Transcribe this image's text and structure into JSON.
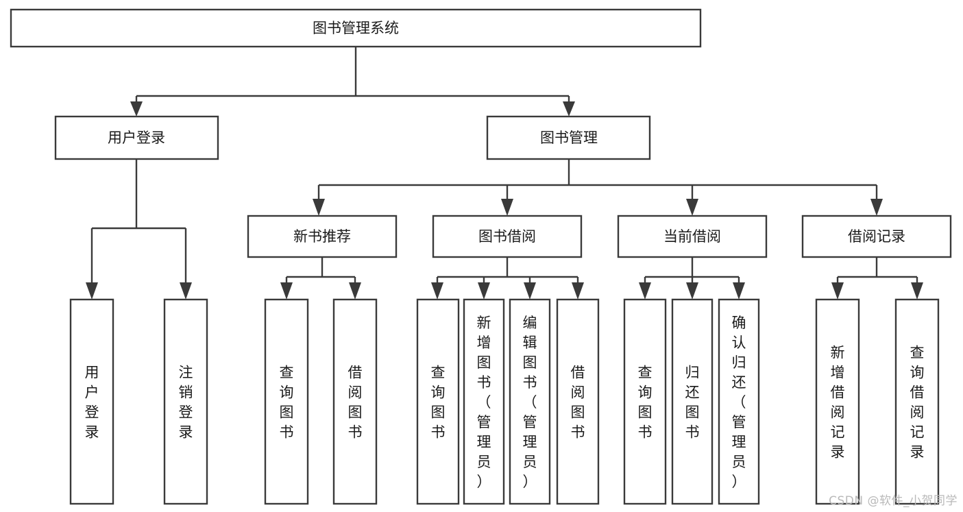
{
  "diagram": {
    "title": "图书管理系统",
    "type": "hierarchy-tree",
    "colors": {
      "box_stroke": "#3a3a3a",
      "box_fill": "#ffffff",
      "text": "#1a1a1a",
      "edge": "#3a3a3a",
      "background": "#ffffff",
      "watermark": "#b9b9b9"
    },
    "nodes": {
      "root": {
        "label": "图书管理系统",
        "orientation": "horizontal"
      },
      "level2": [
        {
          "id": "user-login",
          "label": "用户登录",
          "orientation": "horizontal"
        },
        {
          "id": "book-manage",
          "label": "图书管理",
          "orientation": "horizontal"
        }
      ],
      "level3": [
        {
          "id": "new-book-rec",
          "label": "新书推荐",
          "orientation": "horizontal"
        },
        {
          "id": "book-borrow",
          "label": "图书借阅",
          "orientation": "horizontal"
        },
        {
          "id": "current-borrow",
          "label": "当前借阅",
          "orientation": "horizontal"
        },
        {
          "id": "borrow-record",
          "label": "借阅记录",
          "orientation": "horizontal"
        }
      ],
      "leaves": [
        {
          "id": "leaf-user-login",
          "label": "用户登录",
          "orientation": "vertical",
          "parent": "user-login"
        },
        {
          "id": "leaf-logout",
          "label": "注销登录",
          "orientation": "vertical",
          "parent": "user-login"
        },
        {
          "id": "leaf-query-book-1",
          "label": "查询图书",
          "orientation": "vertical",
          "parent": "new-book-rec"
        },
        {
          "id": "leaf-borrow-book-1",
          "label": "借阅图书",
          "orientation": "vertical",
          "parent": "new-book-rec"
        },
        {
          "id": "leaf-query-book-2",
          "label": "查询图书",
          "orientation": "vertical",
          "parent": "book-borrow"
        },
        {
          "id": "leaf-add-book",
          "label": "新增图书（管理员）",
          "orientation": "vertical",
          "parent": "book-borrow"
        },
        {
          "id": "leaf-edit-book",
          "label": "编辑图书（管理员）",
          "orientation": "vertical",
          "parent": "book-borrow"
        },
        {
          "id": "leaf-borrow-book-2",
          "label": "借阅图书",
          "orientation": "vertical",
          "parent": "book-borrow"
        },
        {
          "id": "leaf-query-book-3",
          "label": "查询图书",
          "orientation": "vertical",
          "parent": "current-borrow"
        },
        {
          "id": "leaf-return-book",
          "label": "归还图书",
          "orientation": "vertical",
          "parent": "current-borrow"
        },
        {
          "id": "leaf-confirm-return",
          "label": "确认归还（管理员）",
          "orientation": "vertical",
          "parent": "current-borrow"
        },
        {
          "id": "leaf-add-record",
          "label": "新增借阅记录",
          "orientation": "vertical",
          "parent": "borrow-record"
        },
        {
          "id": "leaf-query-record",
          "label": "查询借阅记录",
          "orientation": "vertical",
          "parent": "borrow-record"
        }
      ]
    },
    "watermark": "CSDN @软件_小贺同学"
  }
}
